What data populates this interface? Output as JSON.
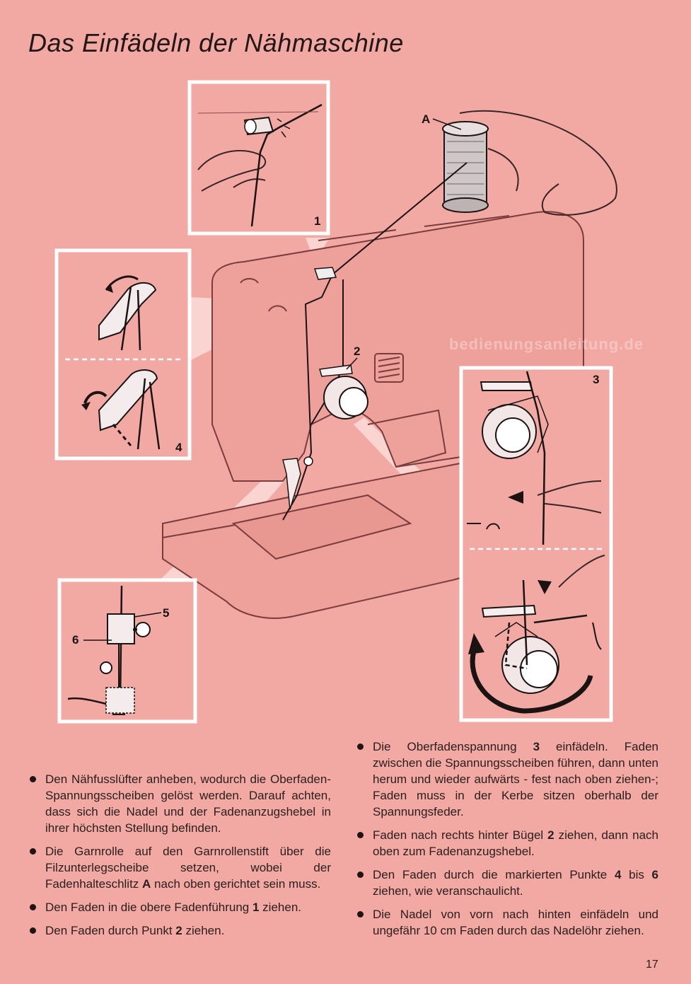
{
  "page": {
    "title": "Das Einfädeln der Nähmaschine",
    "watermark": "bedienungsanleitung.de",
    "page_number": "17"
  },
  "figure": {
    "labels": {
      "spool_slot": "A",
      "step1": "1",
      "step2": "2",
      "step3": "3",
      "step4": "4",
      "step5": "5",
      "step6": "6"
    }
  },
  "instructions": {
    "left": [
      {
        "text": "Den Nähfusslüfter anheben, wodurch die Oberfaden-Spannungsscheiben gelöst werden. Darauf achten, dass sich die Nadel und der Fadenanzugshebel in ihrer höchsten Stellung befinden."
      },
      {
        "pre": "Die Garnrolle auf den Garnrollenstift über die Filzunterlegscheibe setzen, wobei der Fadenhalteschlitz ",
        "bold": "A",
        "post": " nach oben gerichtet sein muss."
      },
      {
        "pre": "Den Faden in die obere Fadenführung ",
        "bold": "1",
        "post": " ziehen."
      },
      {
        "pre": "Den Faden durch Punkt ",
        "bold": "2",
        "post": " ziehen."
      }
    ],
    "right": [
      {
        "pre": "Die Oberfadenspannung ",
        "bold": "3",
        "post": " einfädeln. Faden zwischen die Spannungsscheiben führen, dann unten herum und wieder aufwärts - fest nach oben ziehen-; Faden muss in der Kerbe sitzen oberhalb der Spannungsfeder."
      },
      {
        "pre": "Faden nach rechts hinter Bügel ",
        "bold": "2",
        "post": " ziehen, dann nach oben zum Fadenanzugshebel."
      },
      {
        "pre": "Den Faden durch die markierten Punkte ",
        "bold": "4",
        "mid": " bis ",
        "bold2": "6",
        "post": " ziehen, wie veranschaulicht."
      },
      {
        "text": "Die Nadel von vorn nach hinten einfädeln und ungefähr 10 cm Faden durch das Nadelöhr ziehen."
      }
    ]
  },
  "colors": {
    "background": "#f2a9a3",
    "ink": "#1b1212",
    "panel_border": "#ffffff"
  }
}
